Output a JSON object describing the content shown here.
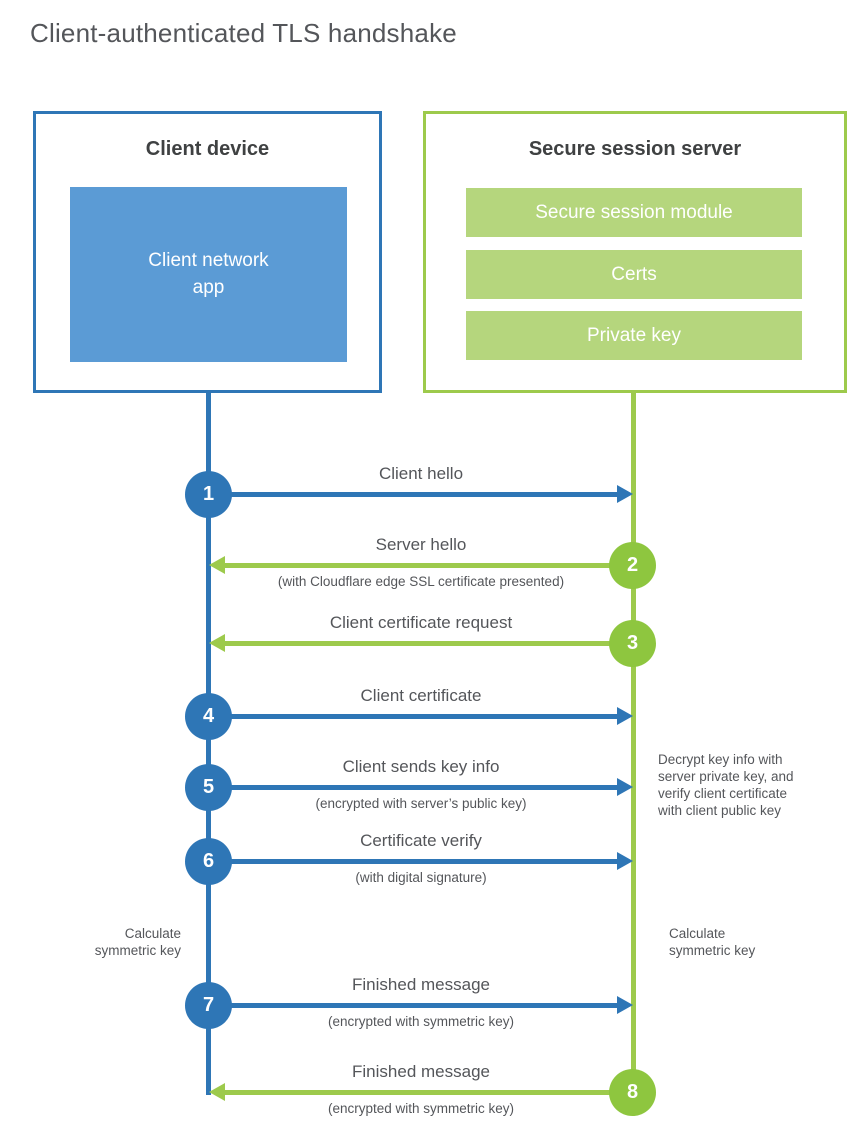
{
  "title": "Client-authenticated TLS handshake",
  "client": {
    "title": "Client device",
    "app_label": "Client network\napp"
  },
  "server": {
    "title": "Secure session server",
    "modules": [
      "Secure session module",
      "Certs",
      "Private key"
    ]
  },
  "steps": [
    {
      "num": "1",
      "from": "client",
      "label": "Client hello",
      "sublabel": ""
    },
    {
      "num": "2",
      "from": "server",
      "label": "Server hello",
      "sublabel": "(with Cloudflare edge SSL certificate presented)"
    },
    {
      "num": "3",
      "from": "server",
      "label": "Client certificate request",
      "sublabel": ""
    },
    {
      "num": "4",
      "from": "client",
      "label": "Client certificate",
      "sublabel": ""
    },
    {
      "num": "5",
      "from": "client",
      "label": "Client sends key info",
      "sublabel": "(encrypted with server’s public key)"
    },
    {
      "num": "6",
      "from": "client",
      "label": "Certificate verify",
      "sublabel": "(with digital signature)"
    },
    {
      "num": "7",
      "from": "client",
      "label": "Finished message",
      "sublabel": "(encrypted with symmetric key)"
    },
    {
      "num": "8",
      "from": "server",
      "label": "Finished message",
      "sublabel": "(encrypted with symmetric key)"
    }
  ],
  "annotations": {
    "decrypt_note": "Decrypt key info with\nserver private key, and\nverify client certificate\nwith client public key",
    "calc_left": "Calculate\nsymmetric key",
    "calc_right": "Calculate\nsymmetric key"
  },
  "colors": {
    "blue": "#2e76b6",
    "blue_light": "#5b9bd5",
    "green": "#9dca4c",
    "green_circle": "#8ec63f",
    "green_light": "#b5d67d"
  }
}
